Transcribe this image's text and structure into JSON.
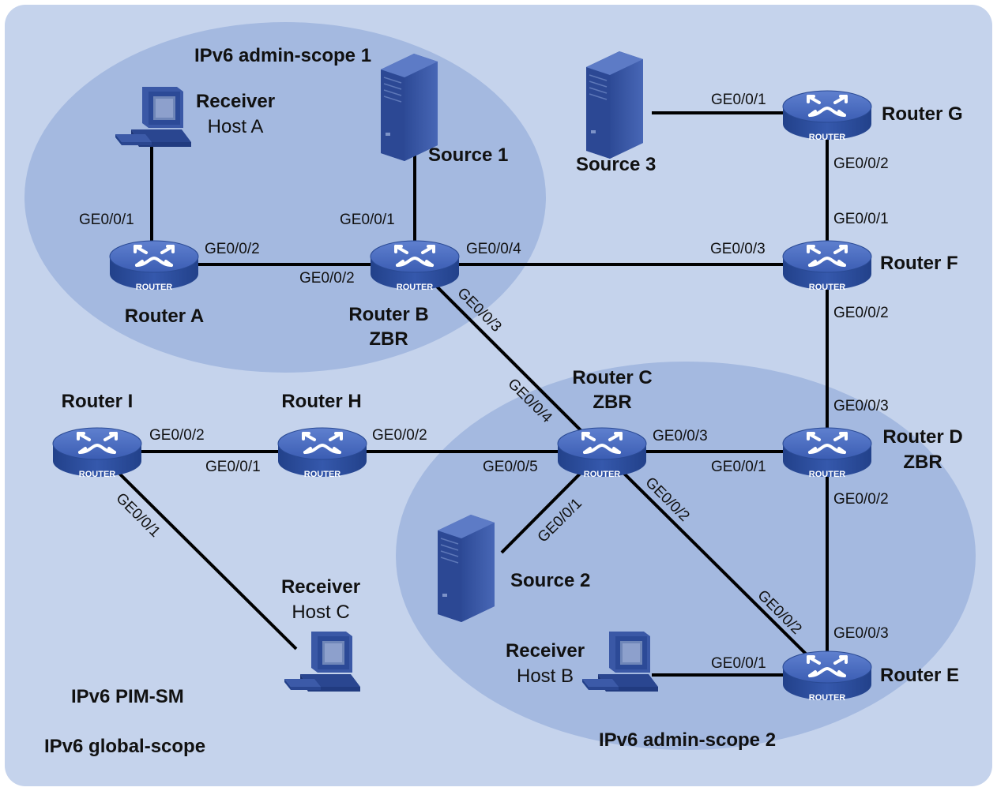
{
  "zones": {
    "admin1": "IPv6 admin-scope 1",
    "admin2": "IPv6 admin-scope 2",
    "pim": "IPv6 PIM-SM",
    "global": "IPv6 global-scope"
  },
  "device_badge": "ROUTER",
  "routers": {
    "a": {
      "name": "Router A"
    },
    "b": {
      "name": "Router B",
      "role": "ZBR"
    },
    "c": {
      "name": "Router C",
      "role": "ZBR"
    },
    "d": {
      "name": "Router D",
      "role": "ZBR"
    },
    "e": {
      "name": "Router E"
    },
    "f": {
      "name": "Router F"
    },
    "g": {
      "name": "Router G"
    },
    "h": {
      "name": "Router H"
    },
    "i": {
      "name": "Router I"
    }
  },
  "hosts": {
    "a": {
      "role": "Receiver",
      "name": "Host A"
    },
    "b": {
      "role": "Receiver",
      "name": "Host B"
    },
    "c": {
      "role": "Receiver",
      "name": "Host C"
    }
  },
  "sources": {
    "s1": "Source 1",
    "s2": "Source 2",
    "s3": "Source 3"
  },
  "ports": {
    "a_hosta": "GE0/0/1",
    "a_b": "GE0/0/2",
    "b_a": "GE0/0/2",
    "b_s1": "GE0/0/1",
    "b_f": "GE0/0/4",
    "b_c": "GE0/0/3",
    "f_b": "GE0/0/3",
    "g_s3": "GE0/0/1",
    "g_f": "GE0/0/2",
    "f_g": "GE0/0/1",
    "f_d": "GE0/0/2",
    "d_f": "GE0/0/3",
    "d_c": "GE0/0/1",
    "d_e": "GE0/0/2",
    "c_d": "GE0/0/3",
    "c_b": "GE0/0/4",
    "c_h": "GE0/0/5",
    "c_s2": "GE0/0/1",
    "c_e": "GE0/0/2",
    "e_c": "GE0/0/2",
    "e_d": "GE0/0/3",
    "e_hostb": "GE0/0/1",
    "i_h": "GE0/0/2",
    "h_i": "GE0/0/1",
    "h_c": "GE0/0/2",
    "i_hostc": "GE0/0/1"
  },
  "colors": {
    "frame": "#c5d3ec",
    "zone": "#a4b9e0",
    "router_top": "#4d6fc0",
    "router_side": "#2c4e9c",
    "server": "#3c5aa8",
    "link": "#000000"
  }
}
